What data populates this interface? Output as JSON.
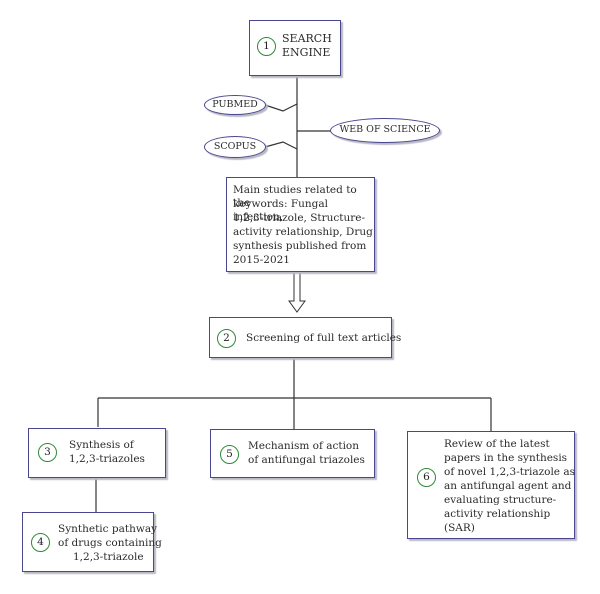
{
  "nodes": {
    "search_engine": {
      "number": "1",
      "line1": "SEARCH",
      "line2": "ENGINE"
    },
    "pubmed": {
      "label": "PUBMED"
    },
    "scopus": {
      "label": "SCOPUS"
    },
    "web_of_science": {
      "label": "WEB OF SCIENCE"
    },
    "main_studies": {
      "lines": [
        "Main studies related to the",
        "keywords: Fungal infection,",
        "1,2,3-triazole, Structure-",
        "activity relationship, Drug",
        "synthesis published from",
        "2015-2021"
      ]
    },
    "screening": {
      "number": "2",
      "label": "Screening of full text articles"
    },
    "synthesis": {
      "number": "3",
      "line1": "Synthesis of",
      "line2": "1,2,3-triazoles"
    },
    "pathway": {
      "number": "4",
      "line1": "Synthetic pathway",
      "line2": "of drugs containing",
      "line3": "1,2,3-triazole"
    },
    "mechanism": {
      "number": "5",
      "line1": "Mechanism of action",
      "line2": "of antifungal triazoles"
    },
    "review": {
      "number": "6",
      "lines": [
        "Review of the latest",
        "papers in the synthesis",
        "of novel 1,2,3-triazole as",
        "an antifungal agent and",
        "evaluating structure-",
        "activity relationship",
        "(SAR)"
      ]
    }
  },
  "colors": {
    "border": "#4a4690",
    "badge": "#2e8a3a",
    "line": "#333333"
  }
}
